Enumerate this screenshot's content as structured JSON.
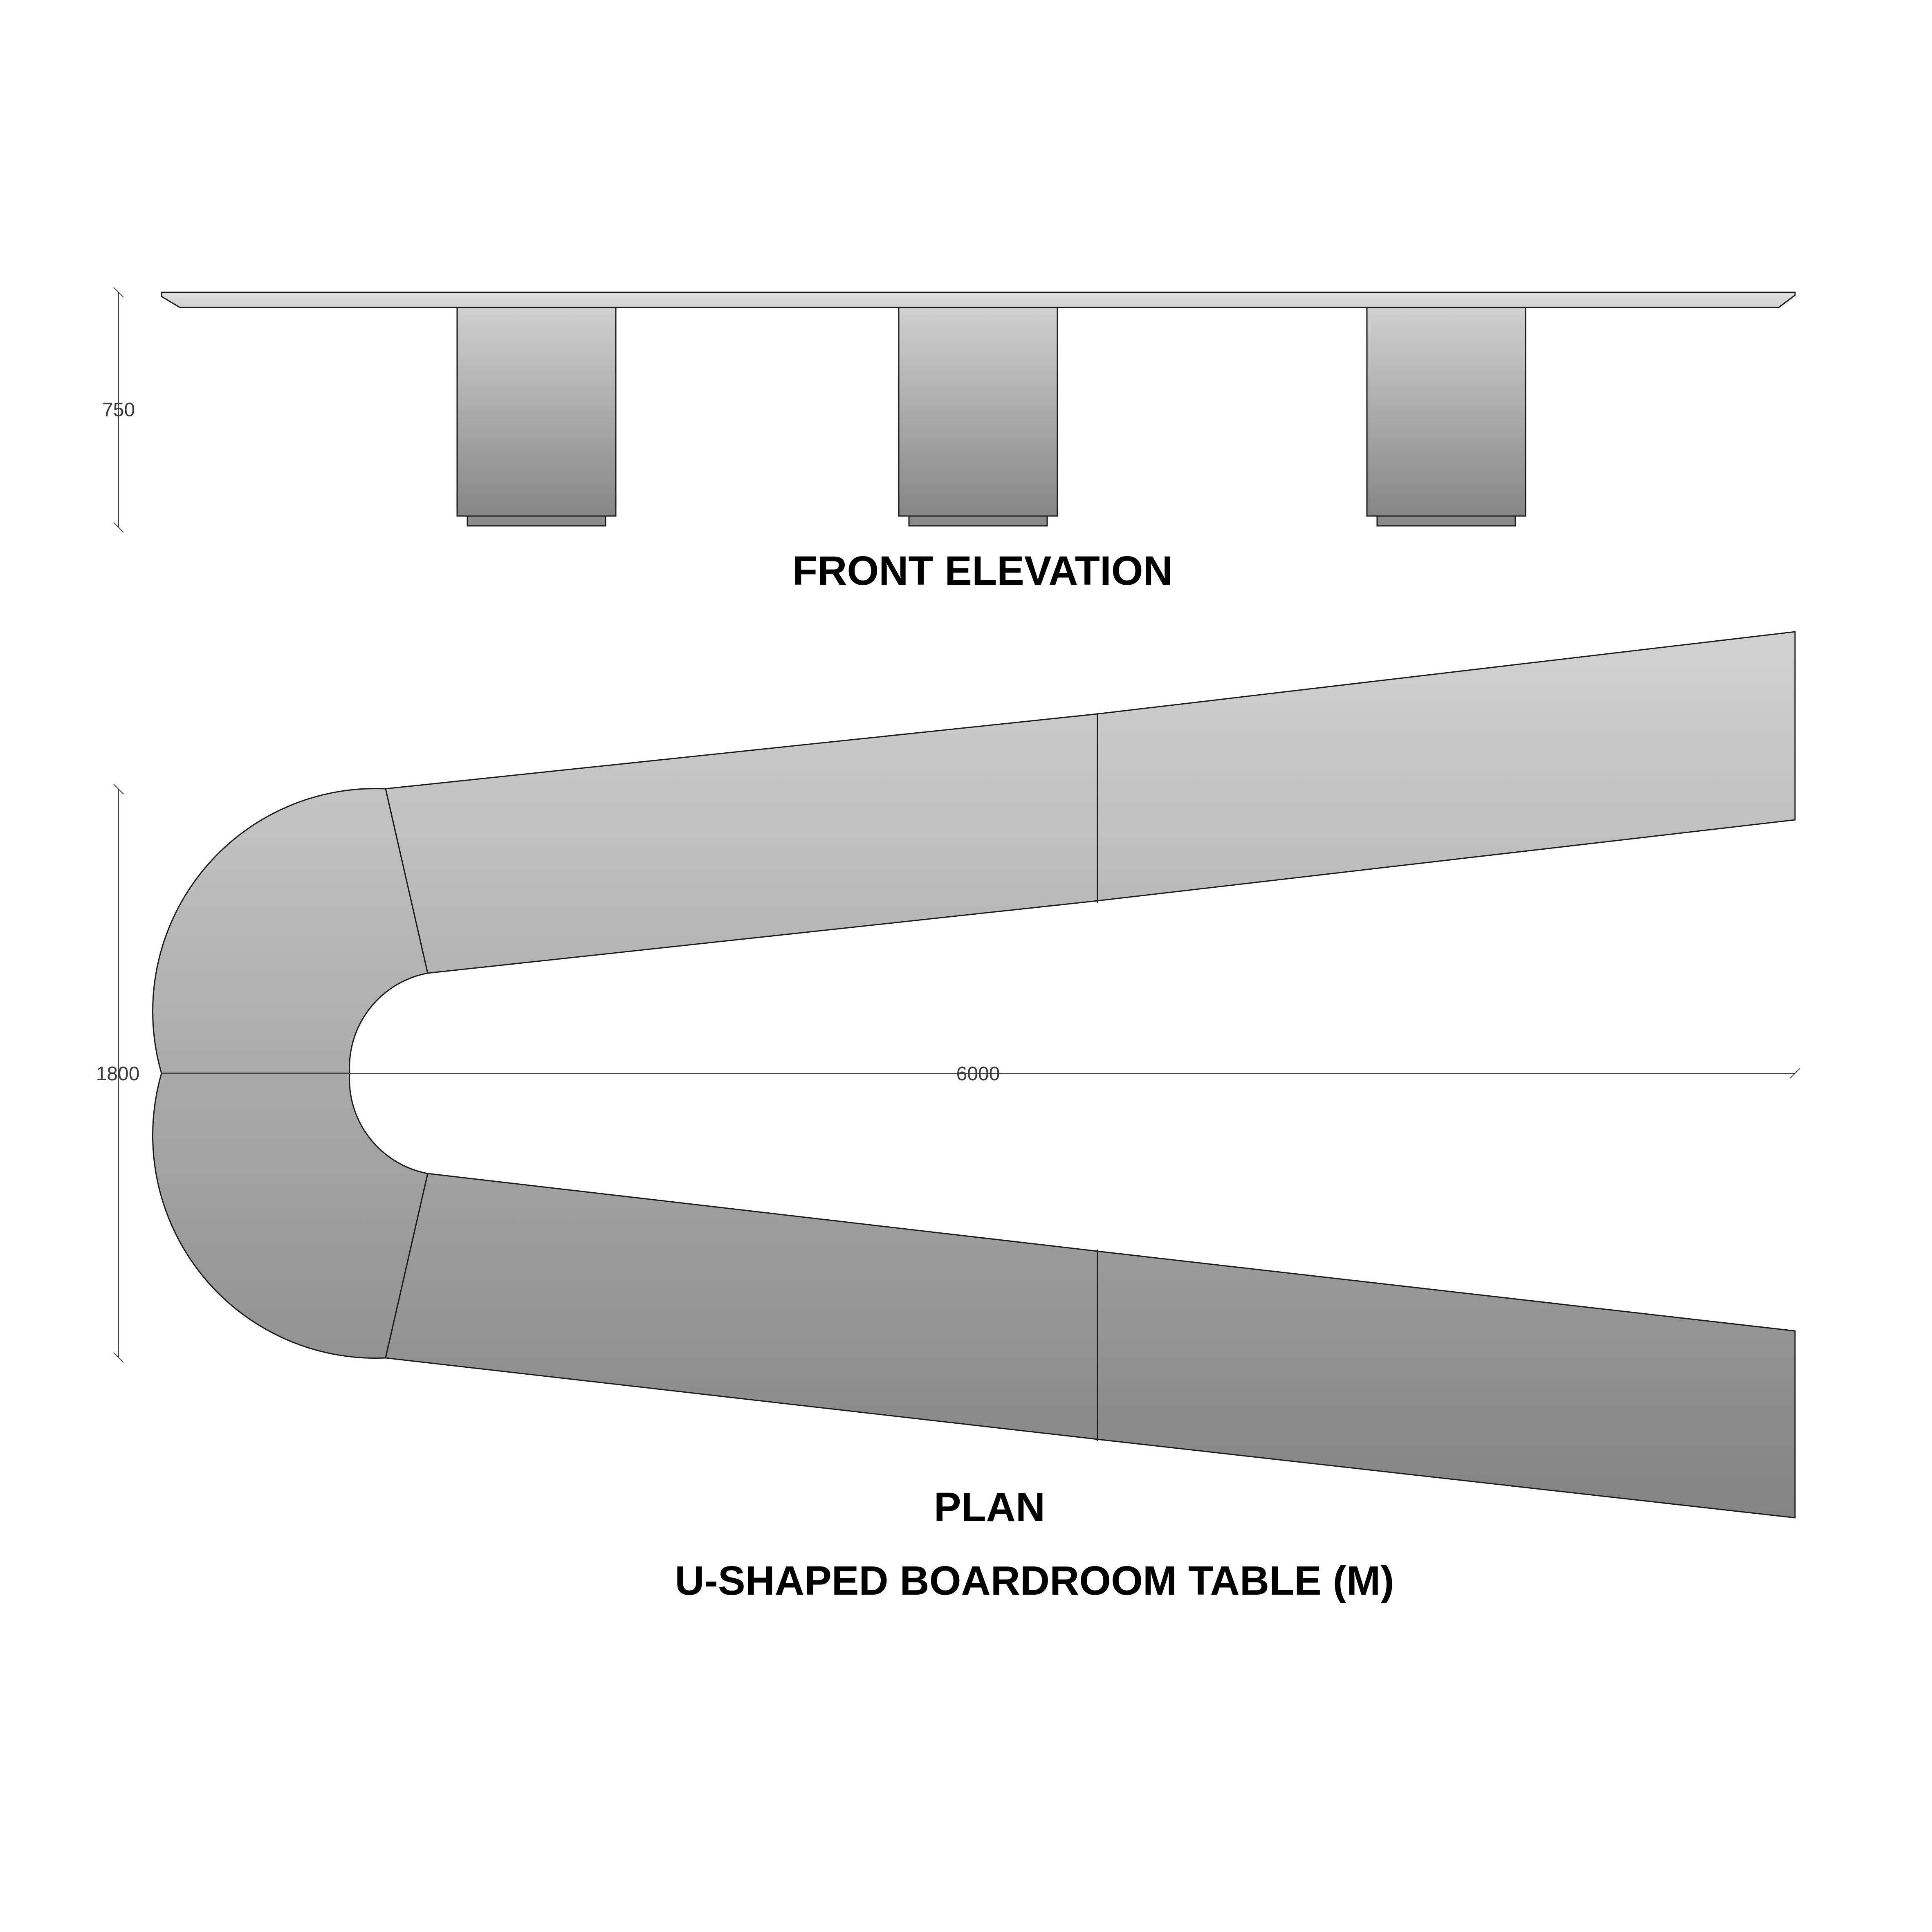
{
  "front_elevation": {
    "title": "FRONT ELEVATION",
    "height_dimension": "750",
    "legs": [
      "leg-1",
      "leg-2",
      "leg-3"
    ]
  },
  "plan": {
    "title": "PLAN",
    "width_dimension": "6000",
    "depth_dimension": "1800"
  },
  "drawing_title": "U-SHAPED BOARDROOM TABLE (M)",
  "colors": {
    "gradient_light": "#d0d0d0",
    "gradient_dark": "#868686",
    "line": "#1a1a1a",
    "dimension_line": "#444444",
    "background": "#ffffff"
  }
}
